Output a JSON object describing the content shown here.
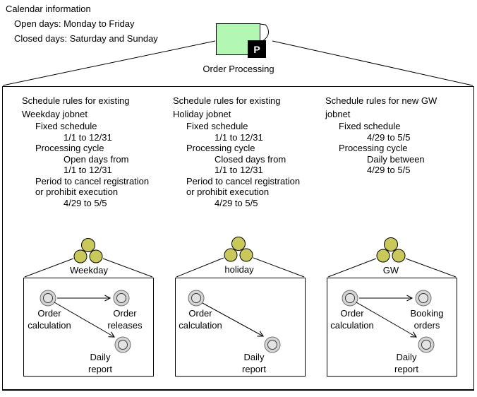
{
  "calendar": {
    "title": "Calendar information",
    "open_days": "Open days: Monday to Friday",
    "closed_days": "Closed days: Saturday and Sunday"
  },
  "process": {
    "label": "Order Processing",
    "badge": "P"
  },
  "schedule_columns": [
    {
      "title_line1": "Schedule rules for existing",
      "title_line2": "Weekday jobnet",
      "lines": [
        {
          "text": "Fixed schedule"
        },
        {
          "text": "1/1 to 12/31"
        },
        {
          "text": "Processing cycle"
        },
        {
          "text": "Open days from"
        },
        {
          "text": "1/1 to 12/31"
        },
        {
          "text": "Period to cancel registration"
        },
        {
          "text": "or prohibit execution"
        },
        {
          "text": "4/29 to 5/5"
        }
      ]
    },
    {
      "title_line1": "Schedule rules for existing",
      "title_line2": "Holiday jobnet",
      "lines": [
        {
          "text": "Fixed schedule"
        },
        {
          "text": "1/1 to 12/31"
        },
        {
          "text": "Processing cycle"
        },
        {
          "text": "Closed days from"
        },
        {
          "text": "1/1 to 12/31"
        },
        {
          "text": "Period to cancel registration"
        },
        {
          "text": "or prohibit execution"
        },
        {
          "text": "4/29 to 5/5"
        }
      ]
    },
    {
      "title_line1": "Schedule rules for new GW",
      "title_line2": "jobnet",
      "lines": [
        {
          "text": "Fixed schedule"
        },
        {
          "text": "4/29 to 5/5"
        },
        {
          "text": "Processing cycle"
        },
        {
          "text": "Daily between"
        },
        {
          "text": "4/29 to 5/5"
        }
      ]
    }
  ],
  "jobnets": [
    {
      "name": "Weekday",
      "nodes": [
        {
          "label1": "Order",
          "label2": "calculation"
        },
        {
          "label1": "Order",
          "label2": "releases"
        },
        {
          "label1": "Daily",
          "label2": "report"
        }
      ]
    },
    {
      "name": "holiday",
      "nodes": [
        {
          "label1": "Order",
          "label2": "calculation"
        },
        {
          "label1": "Daily",
          "label2": "report"
        }
      ]
    },
    {
      "name": "GW",
      "nodes": [
        {
          "label1": "Order",
          "label2": "calculation"
        },
        {
          "label1": "Booking",
          "label2": "orders"
        },
        {
          "label1": "Daily",
          "label2": "report"
        }
      ]
    }
  ],
  "colors": {
    "process_green": "#B2F7B2",
    "cluster_yellow": "#C9C95A",
    "node_outer": "#D4D4D4",
    "node_inner": "#E3E3E3"
  }
}
